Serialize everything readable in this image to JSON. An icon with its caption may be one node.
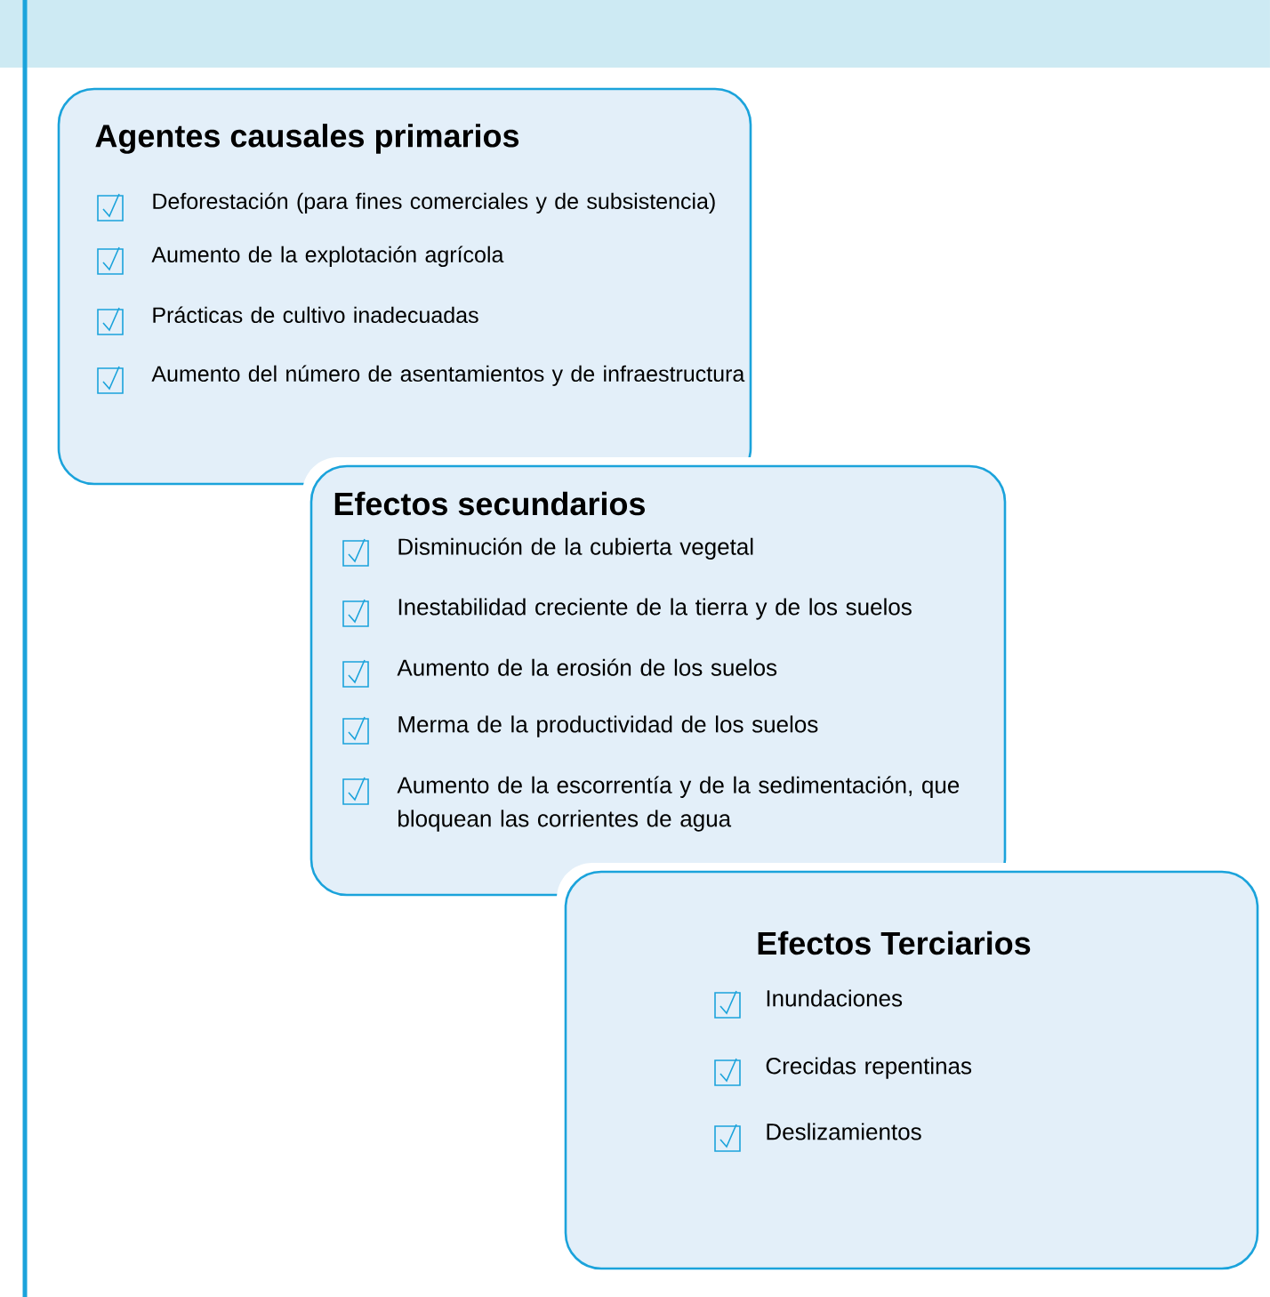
{
  "diagram": {
    "nodes": [
      {
        "text": [
          "Agentes causales primarios",
          "Deforestación (para fines comerciales y de subsistencia)",
          "Aumento de la explotación agrícola",
          "Prácticas de cultivo inadecuadas",
          "Aumento del número de asentamientos y de infraestructura"
        ]
      },
      {
        "text": [
          "Efectos secundarios",
          "Disminución de la cubierta vegetal",
          "Inestabilidad creciente de la tierra y de los suelos",
          "Aumento de la erosión de los suelos",
          "Merma de la productividad de los suelos",
          "Aumento de la escorrentía y de la sedimentación, que bloquean las corrientes de agua"
        ]
      },
      {
        "text": [
          "Efectos Terciarios",
          "Inundaciones",
          "Crecidas repentinas",
          "Deslizamientos"
        ]
      }
    ]
  }
}
